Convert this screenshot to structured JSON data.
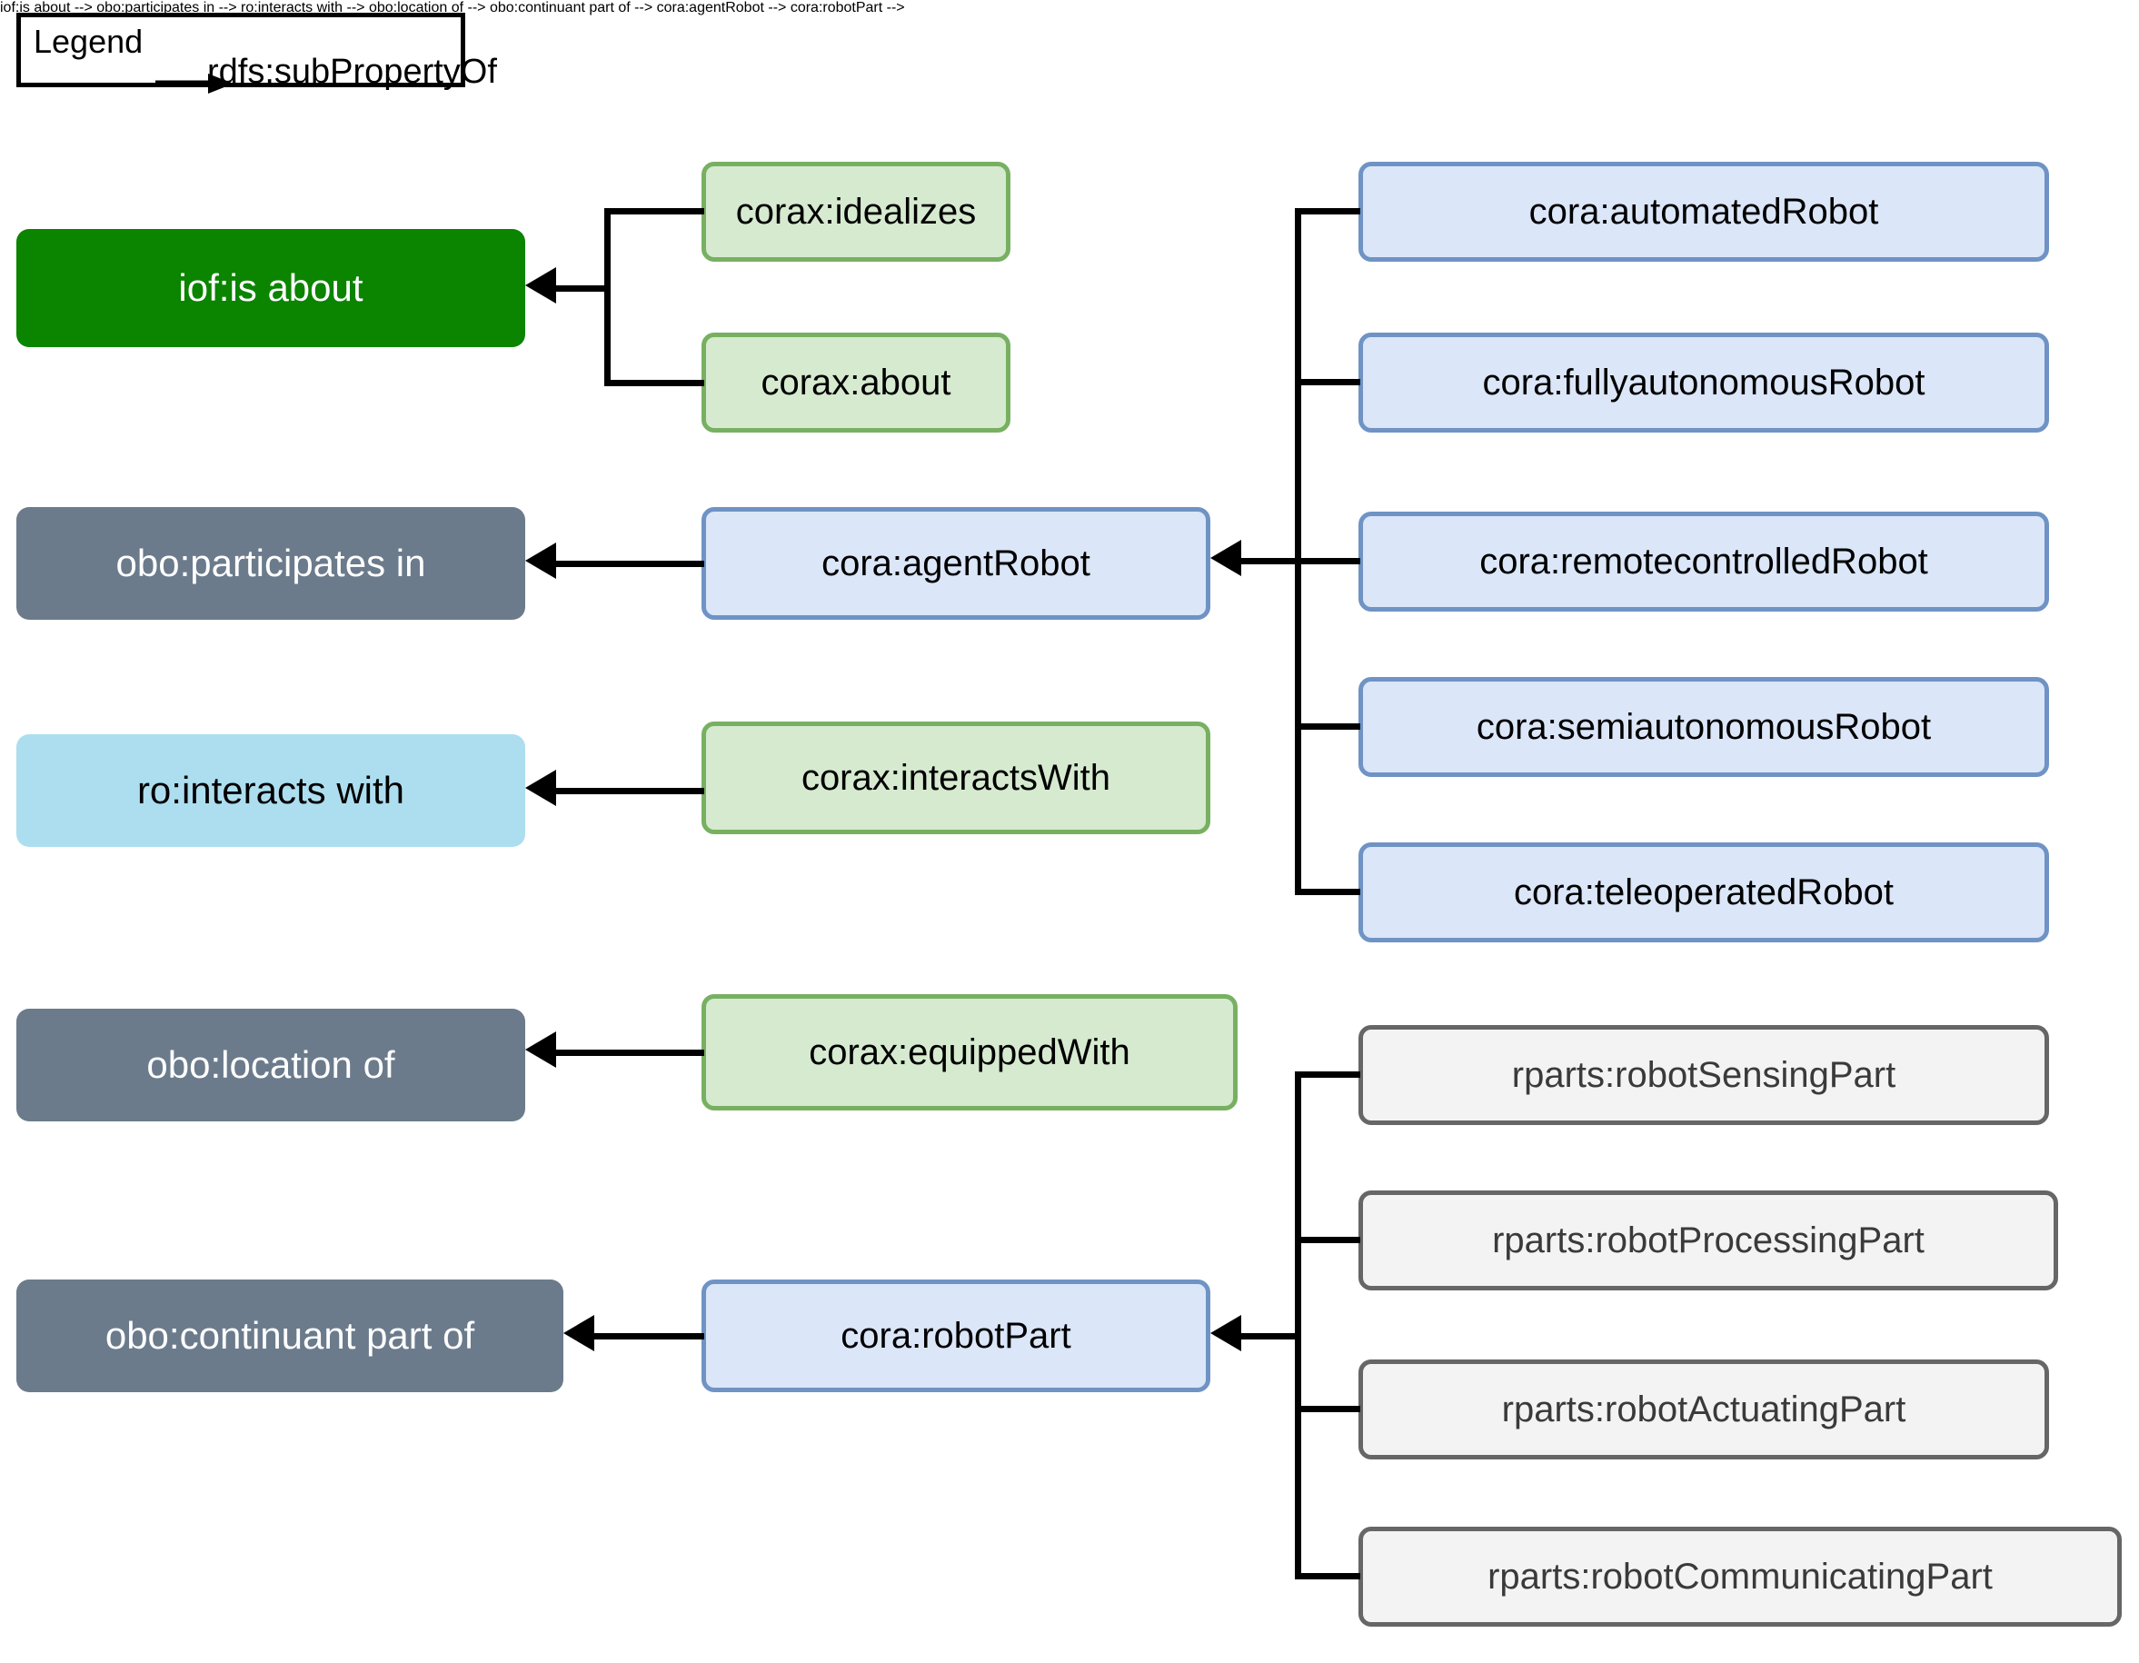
{
  "legend": {
    "title": "Legend",
    "relation_label": "rdfs:subPropertyOf",
    "arrow_icon": "arrow-right-icon"
  },
  "diagram": {
    "type": "ontology-hierarchy",
    "relation": "rdfs:subPropertyOf",
    "colors": {
      "green_solid": "#0b8400",
      "slate_solid": "#6b7b8c",
      "lightblue_solid": "#addeef",
      "green_outline_fill": "#d6ead0",
      "green_outline_border": "#78b062",
      "blue_outline_fill": "#dbe6f8",
      "blue_outline_border": "#6f93c4",
      "gray_outline_fill": "#f3f3f3",
      "gray_outline_border": "#666666",
      "edge": "#000000"
    },
    "upper_ontology_nodes": [
      {
        "label": "iof:is about"
      },
      {
        "label": "obo:participates in"
      },
      {
        "label": "ro:interacts with"
      },
      {
        "label": "obo:location of"
      },
      {
        "label": "obo:continuant part of"
      }
    ],
    "middle_nodes": [
      {
        "label": "corax:idealizes"
      },
      {
        "label": "corax:about"
      },
      {
        "label": "cora:agentRobot"
      },
      {
        "label": "corax:interactsWith"
      },
      {
        "label": "corax:equippedWith"
      },
      {
        "label": "cora:robotPart"
      }
    ],
    "robot_subclasses": [
      {
        "label": "cora:automatedRobot"
      },
      {
        "label": "cora:fullyautonomousRobot"
      },
      {
        "label": "cora:remotecontrolledRobot"
      },
      {
        "label": "cora:semiautonomousRobot"
      },
      {
        "label": "cora:teleoperatedRobot"
      }
    ],
    "robot_part_subclasses": [
      {
        "label": "rparts:robotSensingPart"
      },
      {
        "label": "rparts:robotProcessingPart"
      },
      {
        "label": "rparts:robotActuatingPart"
      },
      {
        "label": "rparts:robotCommunicatingPart"
      }
    ]
  }
}
